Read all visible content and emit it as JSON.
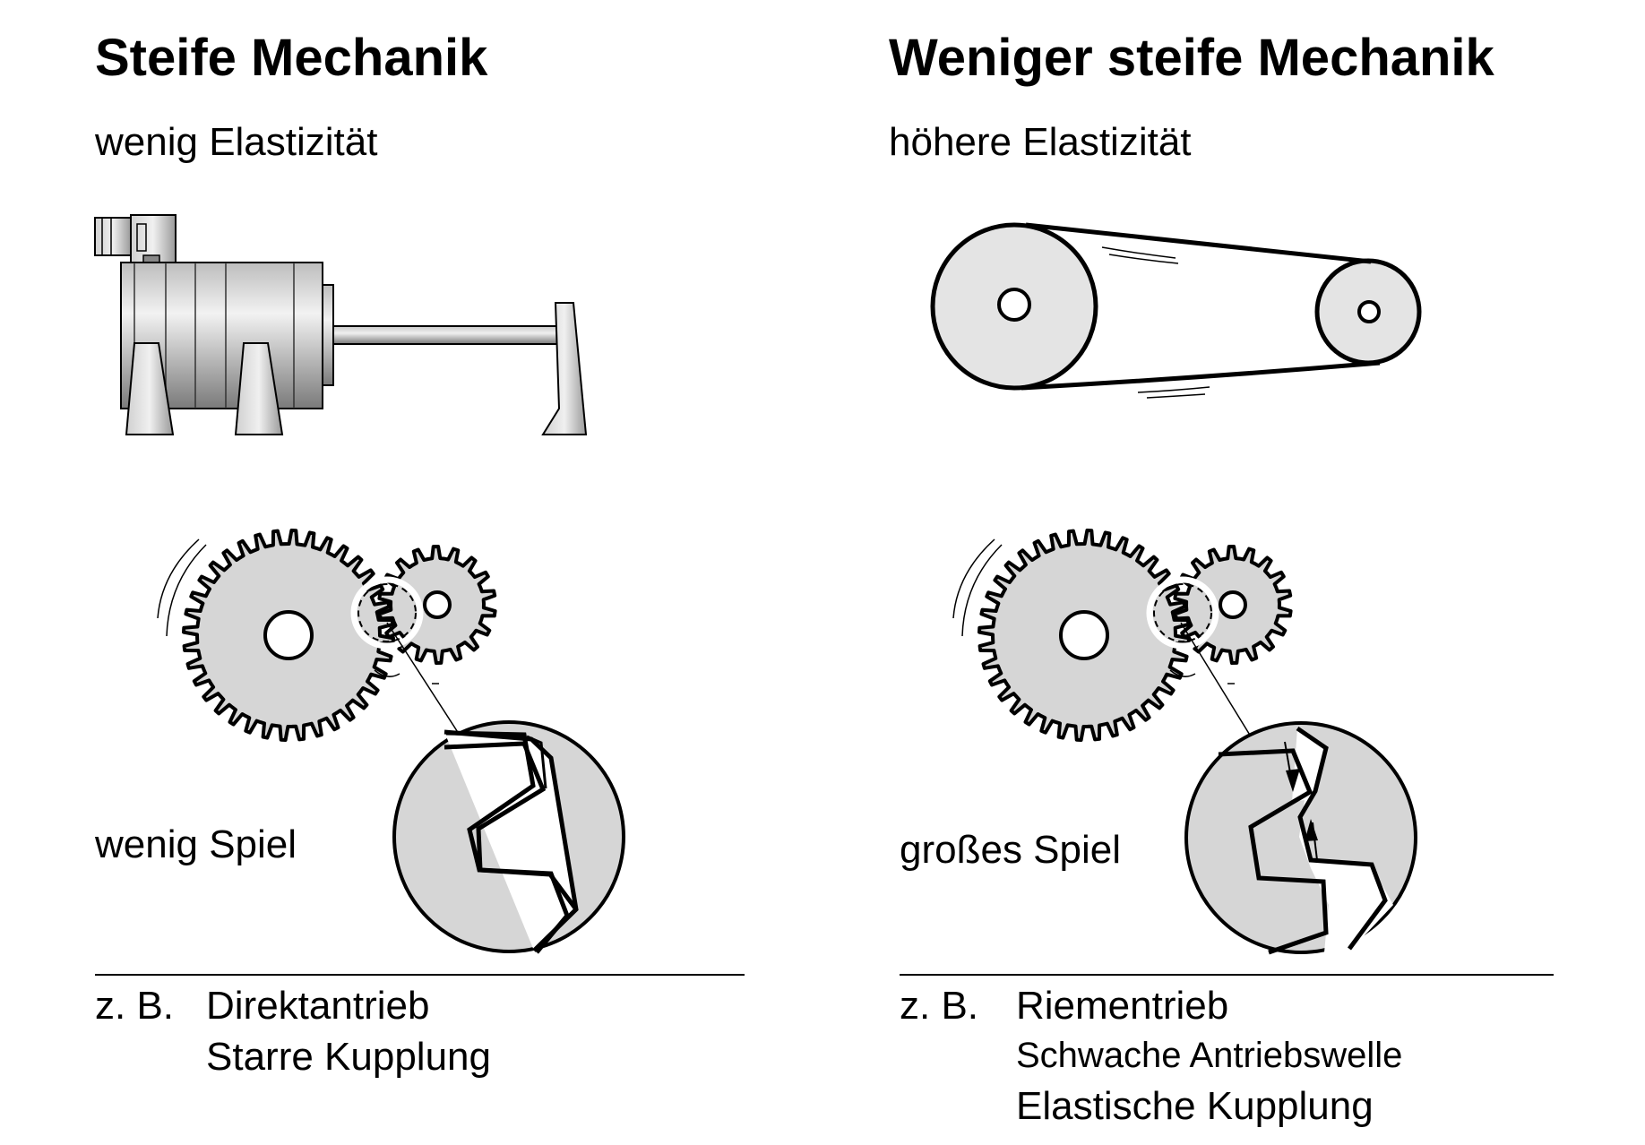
{
  "left": {
    "title": "Steife Mechanik",
    "subtitle": "wenig Elastizität",
    "play_label": "wenig Spiel",
    "eg_label": "z. B.",
    "examples": [
      "Direktantrieb",
      "Starre Kupplung"
    ]
  },
  "right": {
    "title": "Weniger steife Mechanik",
    "subtitle": "höhere Elastizität",
    "play_label": "großes Spiel",
    "eg_label": "z. B.",
    "examples": [
      "Riementrieb",
      "Schwache Antriebswelle",
      "Elastische Kupplung"
    ]
  },
  "colors": {
    "fill_gray": "#d6d6d6",
    "pulley_gray": "#e4e4e4",
    "line": "#000000"
  }
}
